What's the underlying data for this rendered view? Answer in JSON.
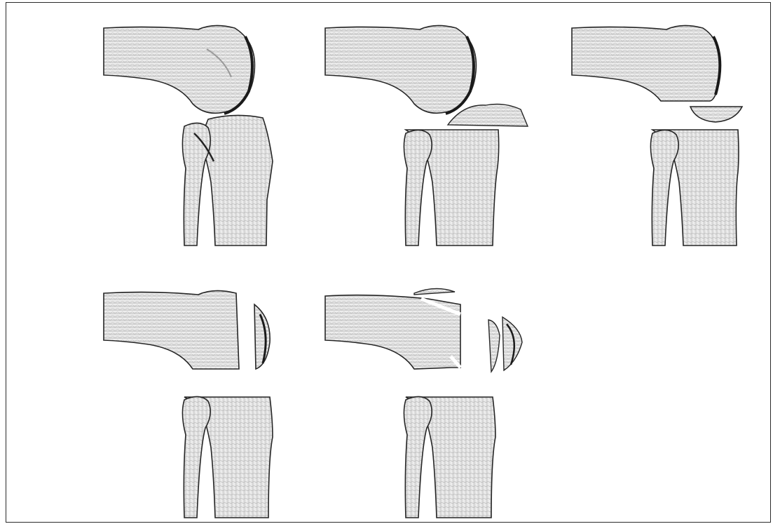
{
  "figure": {
    "colors": {
      "bone_fill": "#e7e7e7",
      "bone_shade": "#9a9a9a",
      "bone_outline": "#262626",
      "frame_border": "#2a2a2a"
    },
    "panels": [
      {
        "id": "intact-knee",
        "parts": [
          "femur",
          "tibia",
          "fibula"
        ]
      },
      {
        "id": "cartilage-segment-removed",
        "parts": [
          "femur",
          "cartilage-segment",
          "tibia",
          "fibula"
        ]
      },
      {
        "id": "condyle-cap-separated",
        "parts": [
          "femur-shaft",
          "condyle-cap",
          "tibia",
          "fibula"
        ]
      },
      {
        "id": "condyle-vertical-cut",
        "parts": [
          "femur-shaft",
          "condyle-slice",
          "tibia",
          "fibula"
        ]
      },
      {
        "id": "condyle-multiple-cuts",
        "parts": [
          "femur-shaft",
          "top-cap",
          "condyle-pieces",
          "tibia",
          "fibula"
        ]
      }
    ]
  }
}
